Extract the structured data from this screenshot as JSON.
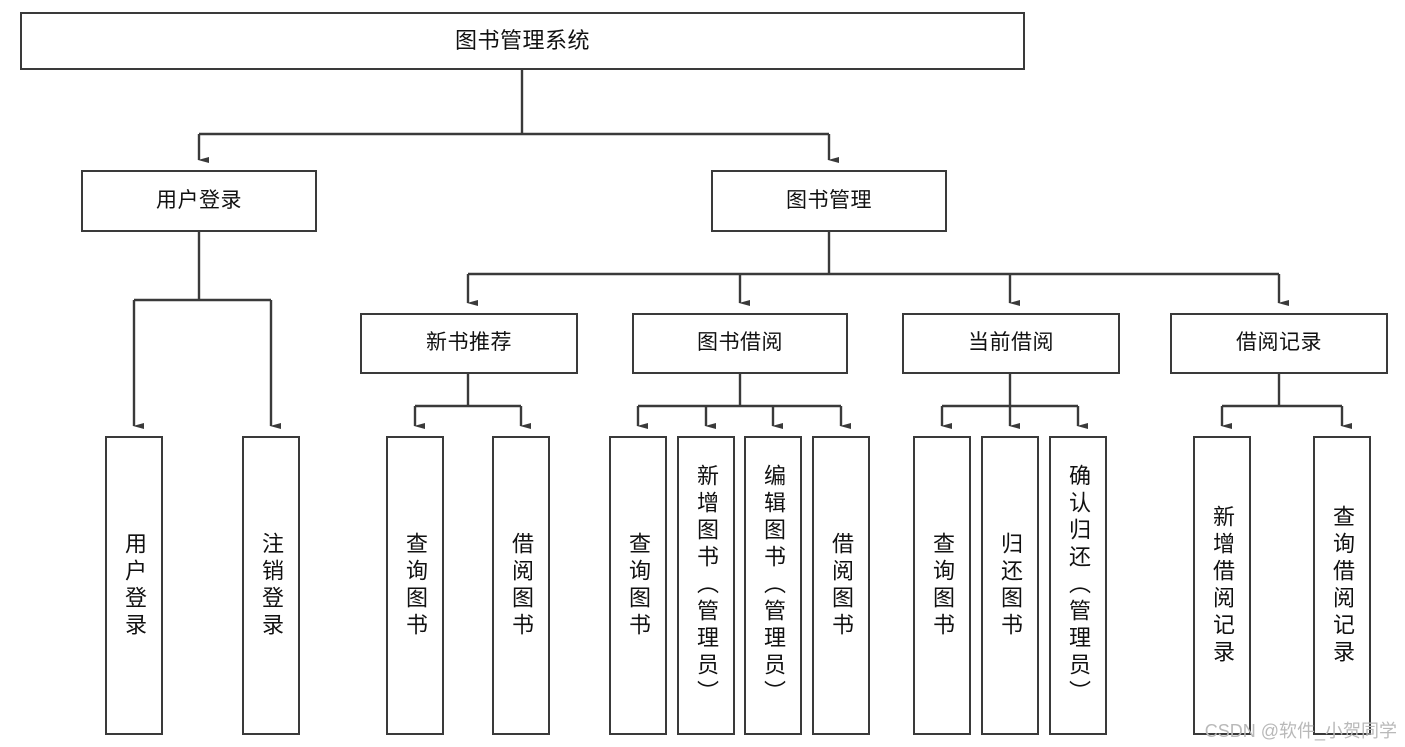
{
  "diagram": {
    "type": "tree-hierarchy-chart",
    "title": "图书管理系统",
    "colors": {
      "box_border": "#3a3a3a",
      "box_fill": "#ffffff",
      "connector": "#3a3a3a",
      "text": "#111111",
      "watermark": "#b9b9b9",
      "background": "#ffffff"
    },
    "root": {
      "label": "图书管理系统"
    },
    "level2": [
      {
        "label": "用户登录"
      },
      {
        "label": "图书管理"
      }
    ],
    "level3": [
      {
        "label": "新书推荐"
      },
      {
        "label": "图书借阅"
      },
      {
        "label": "当前借阅"
      },
      {
        "label": "借阅记录"
      }
    ],
    "leaves": {
      "user_login": [
        {
          "label": "用户登录"
        },
        {
          "label": "注销登录"
        }
      ],
      "new_book_recommend": [
        {
          "label": "查询图书"
        },
        {
          "label": "借阅图书"
        }
      ],
      "book_borrow": [
        {
          "label": "查询图书"
        },
        {
          "label": "新增图书（管理员）"
        },
        {
          "label": "编辑图书（管理员）"
        },
        {
          "label": "借阅图书"
        }
      ],
      "current_borrow": [
        {
          "label": "查询图书"
        },
        {
          "label": "归还图书"
        },
        {
          "label": "确认归还（管理员）"
        }
      ],
      "borrow_records": [
        {
          "label": "新增借阅记录"
        },
        {
          "label": "查询借阅记录"
        }
      ]
    },
    "watermark": "CSDN @软件_小贺同学"
  }
}
